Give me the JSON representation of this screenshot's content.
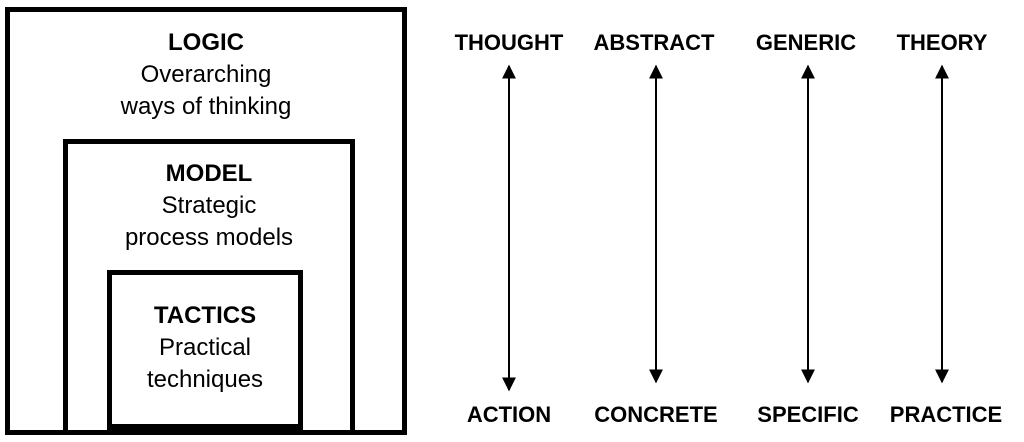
{
  "nested_boxes": {
    "logic": {
      "title": "LOGIC",
      "line1": "Overarching",
      "line2": "ways of thinking"
    },
    "model": {
      "title": "MODEL",
      "line1": "Strategic",
      "line2": "process models"
    },
    "tactics": {
      "title": "TACTICS",
      "line1": "Practical",
      "line2": "techniques"
    }
  },
  "scales": [
    {
      "top": "THOUGHT",
      "bottom": "ACTION"
    },
    {
      "top": "ABSTRACT",
      "bottom": "CONCRETE"
    },
    {
      "top": "GENERIC",
      "bottom": "SPECIFIC"
    },
    {
      "top": "THEORY",
      "bottom": "PRACTICE"
    }
  ],
  "colors": {
    "ink": "#000000",
    "background": "#ffffff"
  }
}
